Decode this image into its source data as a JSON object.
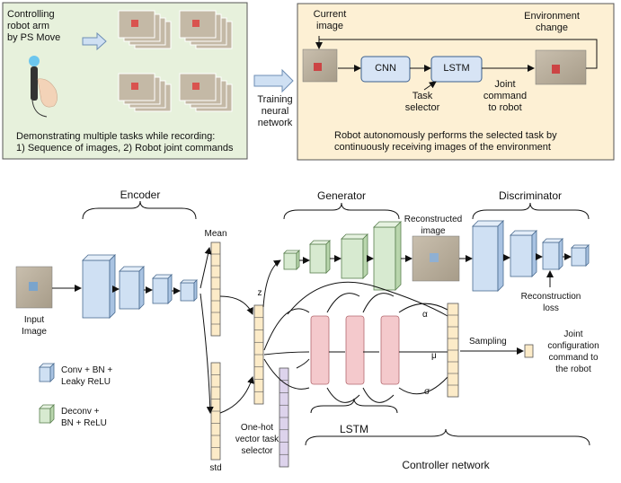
{
  "top_left": {
    "control_text": [
      "Controlling",
      "robot arm",
      "by PS Move"
    ],
    "demo_text": [
      "Demonstrating multiple tasks while recording:",
      "1) Sequence of images, 2) Robot joint commands"
    ]
  },
  "top_mid": {
    "training_text": [
      "Training",
      "neural",
      "network"
    ]
  },
  "top_right": {
    "current_image": [
      "Current",
      "image"
    ],
    "environment_change": [
      "Environment",
      "change"
    ],
    "cnn": "CNN",
    "lstm": "LSTM",
    "task_selector": [
      "Task",
      "selector"
    ],
    "joint_command": [
      "Joint",
      "command",
      "to robot"
    ],
    "caption": [
      "Robot autonomously performs the selected task by",
      "continuously receiving images of the environment"
    ]
  },
  "bottom": {
    "encoder": "Encoder",
    "generator": "Generator",
    "discriminator": "Discriminator",
    "mean": "Mean",
    "std": "std",
    "z": "z",
    "input_image": [
      "Input",
      "Image"
    ],
    "reconstructed_image": [
      "Reconstructed",
      "image"
    ],
    "reconstruction_loss": [
      "Reconstruction",
      "loss"
    ],
    "alpha": "α",
    "mu": "μ",
    "sigma": "σ",
    "sampling": "Sampling",
    "joint_config": [
      "Joint",
      "configuration",
      "command to",
      "the robot"
    ],
    "one_hot": [
      "One-hot",
      "vector task",
      "selector"
    ],
    "lstm": "LSTM",
    "controller_network": "Controller network",
    "legend": {
      "conv": [
        "Conv + BN +",
        "Leaky ReLU"
      ],
      "deconv": [
        "Deconv +",
        "BN + ReLU"
      ]
    }
  },
  "colors": {
    "green_panel": "#e7f1dc",
    "yellow_panel": "#fdf0d4",
    "blue_block": "#cfe0f3",
    "green_block": "#d7ead0",
    "red_block": "#f4c9cc",
    "yellow_block": "#fcebc8",
    "purple_block": "#ddd3ec",
    "arrow_fill": "#cfe0f3"
  }
}
